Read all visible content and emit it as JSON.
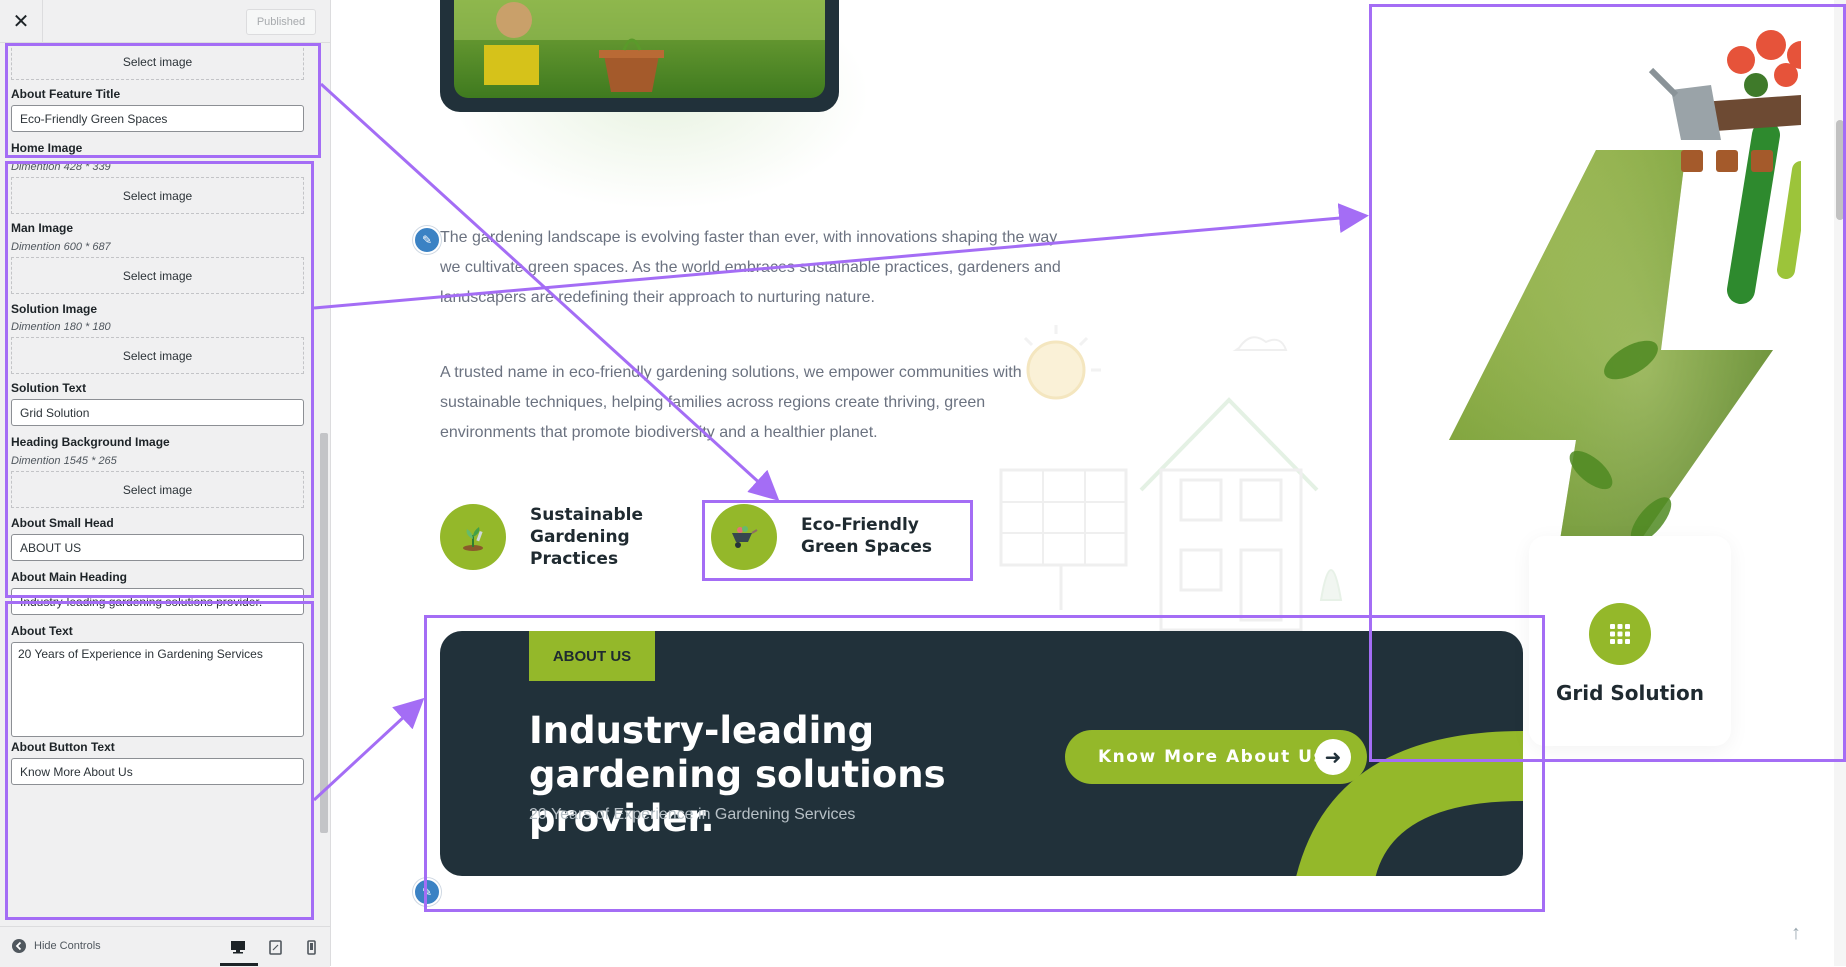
{
  "topbar": {
    "close_icon": "close-icon",
    "publish_label": "Published"
  },
  "controls": {
    "select_image_label": "Select image",
    "about_feature_title": {
      "label": "About Feature Title",
      "value": "Eco-Friendly Green Spaces"
    },
    "home_image": {
      "label": "Home Image",
      "desc": "Dimention 428 * 339"
    },
    "man_image": {
      "label": "Man Image",
      "desc": "Dimention 600 * 687"
    },
    "solution_image": {
      "label": "Solution Image",
      "desc": "Dimention 180 * 180"
    },
    "solution_text": {
      "label": "Solution Text",
      "value": "Grid Solution"
    },
    "heading_bg_image": {
      "label": "Heading Background Image",
      "desc": "Dimention 1545 * 265"
    },
    "about_small_head": {
      "label": "About Small Head",
      "value": "ABOUT US"
    },
    "about_main_heading": {
      "label": "About Main Heading",
      "value": "Industry-leading gardening solutions provider."
    },
    "about_text": {
      "label": "About Text",
      "value": "20 Years of Experience in Gardening Services"
    },
    "about_button_text": {
      "label": "About Button Text",
      "value": "Know More About Us"
    }
  },
  "footer": {
    "hide_controls": "Hide Controls",
    "devices": [
      "desktop-icon",
      "tablet-icon",
      "mobile-icon"
    ]
  },
  "preview": {
    "para1": "The gardening landscape is evolving faster than ever, with innovations shaping the way we cultivate green spaces. As the world embraces sustainable practices, gardeners and landscapers are redefining their approach to nurturing nature.",
    "para2": "A trusted name in eco-friendly gardening solutions, we empower communities with sustainable techniques, helping families across regions create thriving, green environments that promote biodiversity and a healthier planet.",
    "features": [
      {
        "title": "Sustainable Gardening Practices",
        "icon": "planting-icon"
      },
      {
        "title": "Eco-Friendly Green Spaces",
        "icon": "wheelbarrow-icon"
      }
    ],
    "about": {
      "small_head": "ABOUT US",
      "heading": "Industry-leading gardening solutions provider.",
      "text": "20 Years of Experience in Gardening Services",
      "button": "Know More About Us"
    },
    "grid_card": {
      "text": "Grid Solution",
      "icon": "grid-icon"
    }
  },
  "colors": {
    "accent": "#94b82a",
    "dark_panel": "#21313a",
    "highlight": "#a46df5",
    "pencil": "#3b82c4"
  }
}
